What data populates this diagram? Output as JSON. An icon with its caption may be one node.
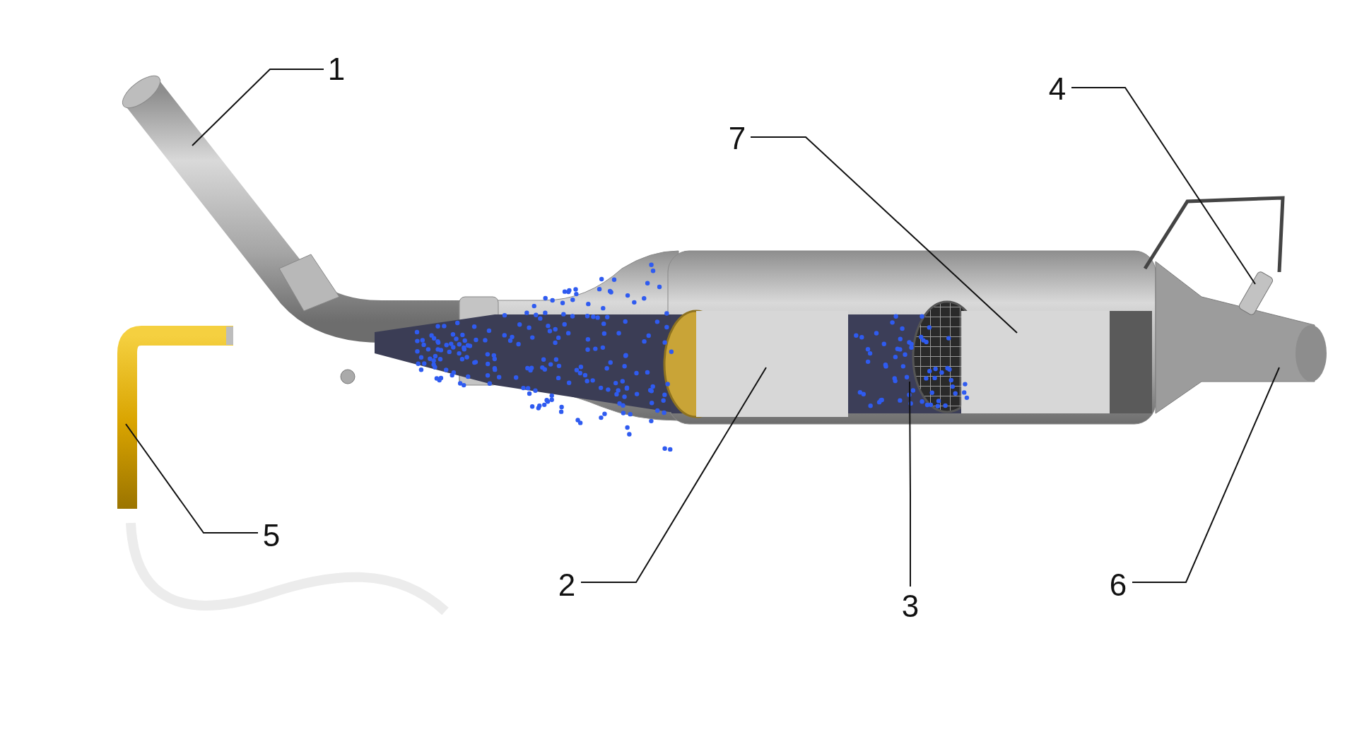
{
  "diagram": {
    "nodes": [
      {
        "text": [
          "1"
        ]
      },
      {
        "text": [
          "7"
        ]
      },
      {
        "text": [
          "4"
        ]
      },
      {
        "text": [
          "5"
        ]
      },
      {
        "text": [
          "2"
        ]
      },
      {
        "text": [
          "3"
        ]
      },
      {
        "text": [
          "6"
        ]
      }
    ],
    "edges": [
      {
        "from": 0,
        "to": null,
        "arrow": "none"
      },
      {
        "from": 1,
        "to": null,
        "arrow": "none"
      },
      {
        "from": 2,
        "to": null,
        "arrow": "none"
      },
      {
        "from": 3,
        "to": null,
        "arrow": "none"
      },
      {
        "from": 4,
        "to": null,
        "arrow": "none"
      },
      {
        "from": 5,
        "to": null,
        "arrow": "none"
      },
      {
        "from": 6,
        "to": null,
        "arrow": "none"
      }
    ]
  }
}
